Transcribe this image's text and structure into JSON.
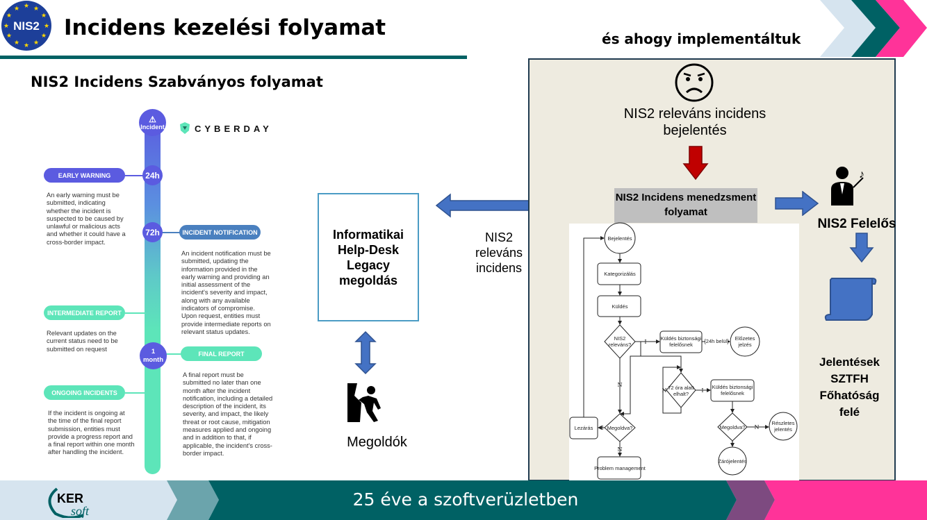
{
  "header": {
    "title": "Incidens kezelési folyamat",
    "logo_text": "NIS2",
    "subtitle_right": "és ahogy implementáltuk"
  },
  "colors": {
    "teal": "#006164",
    "pink": "#ff3399",
    "light_blue": "#d6e4ef",
    "purple": "#7d4a80",
    "panel_bg": "#eeebe0"
  },
  "left": {
    "heading": "NIS2 Incidens Szabványos folyamat",
    "brand": "CYBERDAY",
    "nodes": {
      "incident": "Incident",
      "h24": "24h",
      "h72": "72h",
      "month_1": "1",
      "month_2": "month"
    },
    "stages": [
      {
        "label": "EARLY WARNING",
        "text": "An early warning must be submitted, indicating whether the incident is suspected to be caused by unlawful or malicious acts and whether it could have a cross-border impact."
      },
      {
        "label": "INCIDENT NOTIFICATION",
        "text": "An incident notification must be submitted, updating the information provided in the early warning and providing an initial assessment of the incident's severity and impact, along with any available indicators of compromise. Upon request, entities must provide intermediate reports on relevant status updates."
      },
      {
        "label": "INTERMEDIATE REPORT",
        "text": "Relevant updates on the current status need to be submitted on request"
      },
      {
        "label": "FINAL REPORT",
        "text": "A final report must be submitted no later than one month after the incident notification, including a detailed description of the incident, its severity, and impact, the likely threat or root cause, mitigation measures applied and ongoing and in addition to that,  if applicable, the incident's cross-border impact."
      },
      {
        "label": "ONGOING INCIDENTS",
        "text": "If the incident is ongoing at the time of the final report submission, entities must provide a progress report and a final report within one month after handling the incident."
      }
    ]
  },
  "middle": {
    "helpdesk": "Informatikai Help-Desk Legacy megoldás",
    "arrow_label": "NIS2 releváns incidens",
    "solvers": "Megoldók"
  },
  "right": {
    "report_label": "NIS2 releváns incidens bejelentés",
    "process": "NIS2 Incidens menedzsment folyamat",
    "owner": "NIS2 Felelős",
    "reports": "Jelentések SZTFH Főhatóság felé",
    "flow": {
      "bejelentes": "Bejelentés",
      "kategorizalas": "Kategorizálás",
      "kuldes": "Küldés",
      "nis2_1": "NIS2",
      "nis2_2": "releváns?",
      "kuldes_bizt_1": "Küldés biztonsági",
      "kuldes_bizt_2": "felelősnek",
      "h24": "[24h belül]",
      "elozetes_1": "Előzetes",
      "elozetes_2": "jelzés",
      "h72_1": "72 óra alatt",
      "h72_2": "elhalt?",
      "megoldva": "Megoldva?",
      "reszletes_1": "Részletes",
      "reszletes_2": "jelentés",
      "zaro": "Zárójelentés",
      "lezaras": "Lezárás",
      "problem": "Problem management",
      "yes": "I",
      "no": "N"
    }
  },
  "footer": {
    "tagline": "25 éve a szoftverüzletben",
    "logo_top": "KER",
    "logo_bottom": "soft"
  }
}
